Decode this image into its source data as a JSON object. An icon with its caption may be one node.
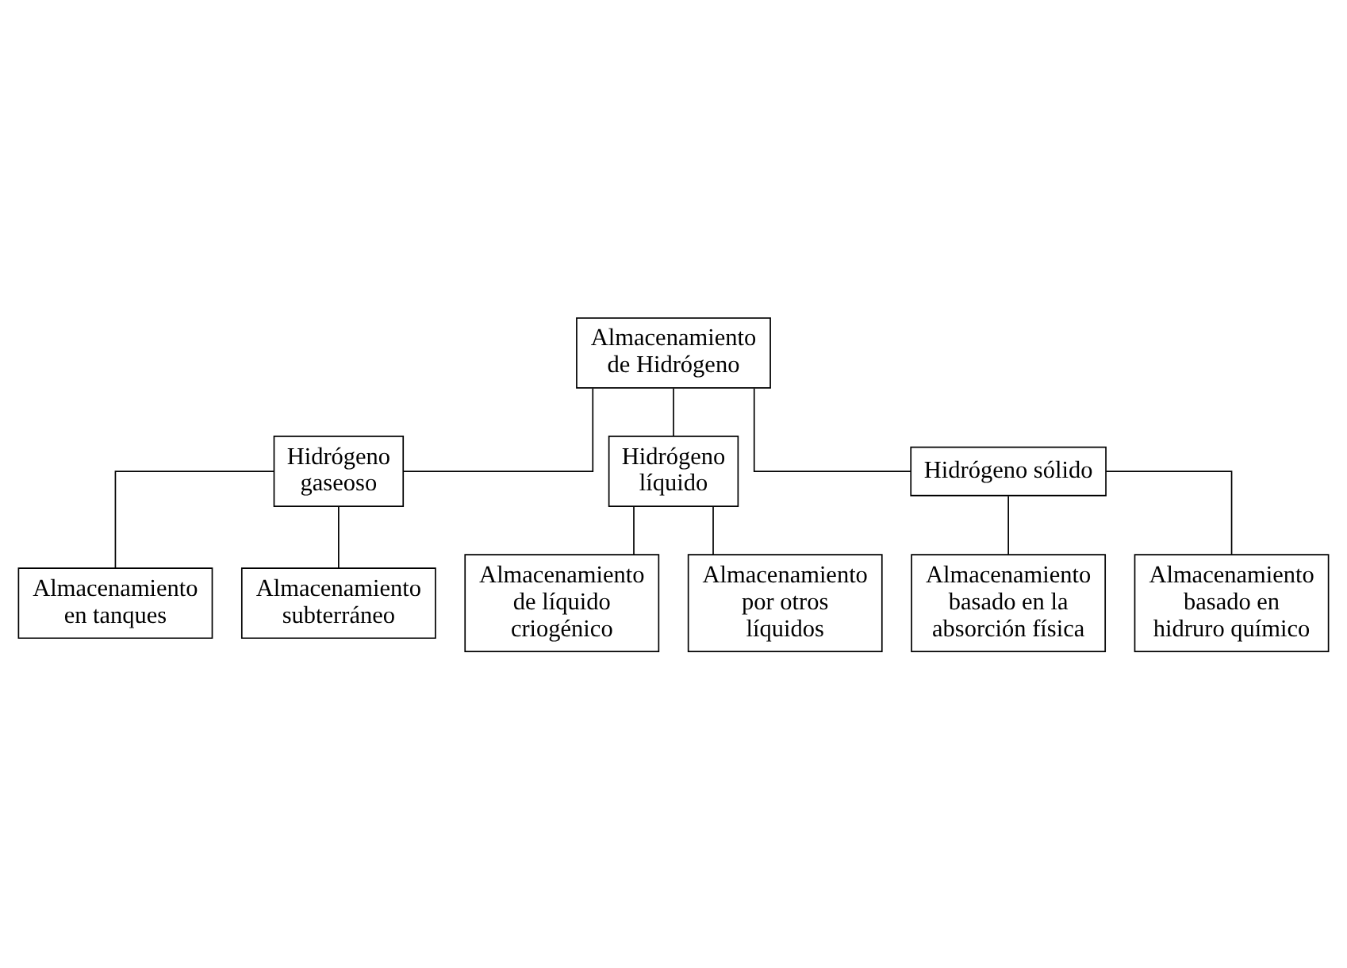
{
  "diagram": {
    "nodes": [
      {
        "text": [
          "Almacenamiento de Hidrógeno"
        ]
      },
      {
        "text": [
          "Hidrógeno gaseoso"
        ]
      },
      {
        "text": [
          "Hidrógeno líquido"
        ]
      },
      {
        "text": [
          "Hidrógeno sólido"
        ]
      },
      {
        "text": [
          "Almacenamiento en tanques"
        ]
      },
      {
        "text": [
          "Almacenamiento subterráneo"
        ]
      },
      {
        "text": [
          "Almacenamiento de líquido criogénico"
        ]
      },
      {
        "text": [
          "Almacenamiento por otros líquidos"
        ]
      },
      {
        "text": [
          "Almacenamiento basado en la absorción física"
        ]
      },
      {
        "text": [
          "Almacenamiento basado en hidruro químico"
        ]
      }
    ],
    "edges": [
      {
        "from": 0,
        "to": 1,
        "arrow": "none"
      },
      {
        "from": 0,
        "to": 2,
        "arrow": "none"
      },
      {
        "from": 0,
        "to": 3,
        "arrow": "none"
      },
      {
        "from": 1,
        "to": 4,
        "arrow": "none"
      },
      {
        "from": 1,
        "to": 5,
        "arrow": "none"
      },
      {
        "from": 2,
        "to": 6,
        "arrow": "none"
      },
      {
        "from": 2,
        "to": 7,
        "arrow": "none"
      },
      {
        "from": 3,
        "to": 8,
        "arrow": "none"
      },
      {
        "from": 3,
        "to": 9,
        "arrow": "none"
      }
    ]
  }
}
